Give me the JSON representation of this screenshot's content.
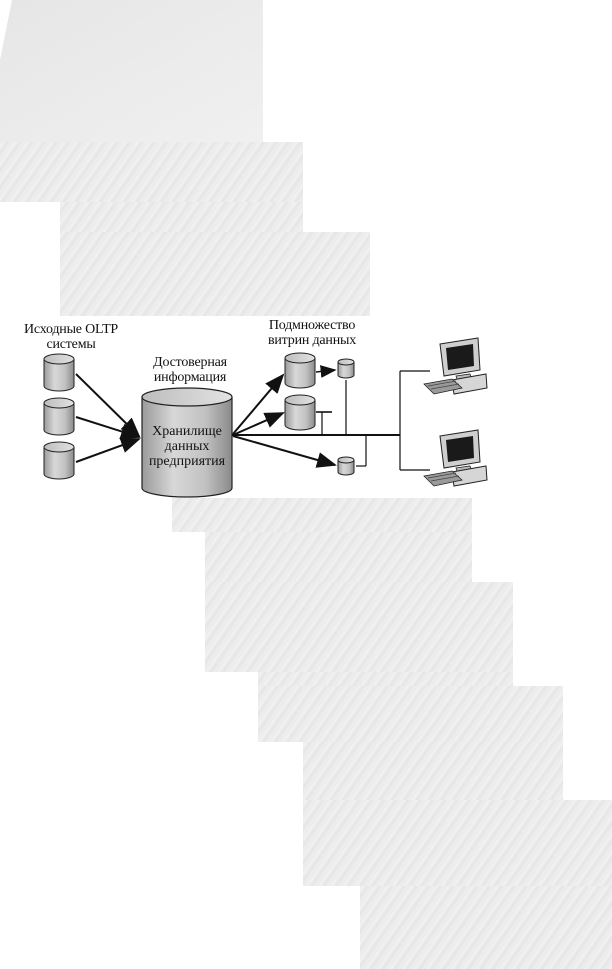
{
  "diagram": {
    "source_label": [
      "Исходные OLTP",
      "системы"
    ],
    "trusted_label": [
      "Достоверная",
      "информация"
    ],
    "warehouse_label": [
      "Хранилище",
      "данных",
      "предприятия"
    ],
    "marts_label": [
      "Подмножество",
      "витрин данных"
    ],
    "icons": {
      "source_db": "database-cylinder-icon",
      "warehouse": "database-cylinder-icon",
      "mart_db": "database-cylinder-icon",
      "workstation": "desktop-computer-icon"
    }
  }
}
